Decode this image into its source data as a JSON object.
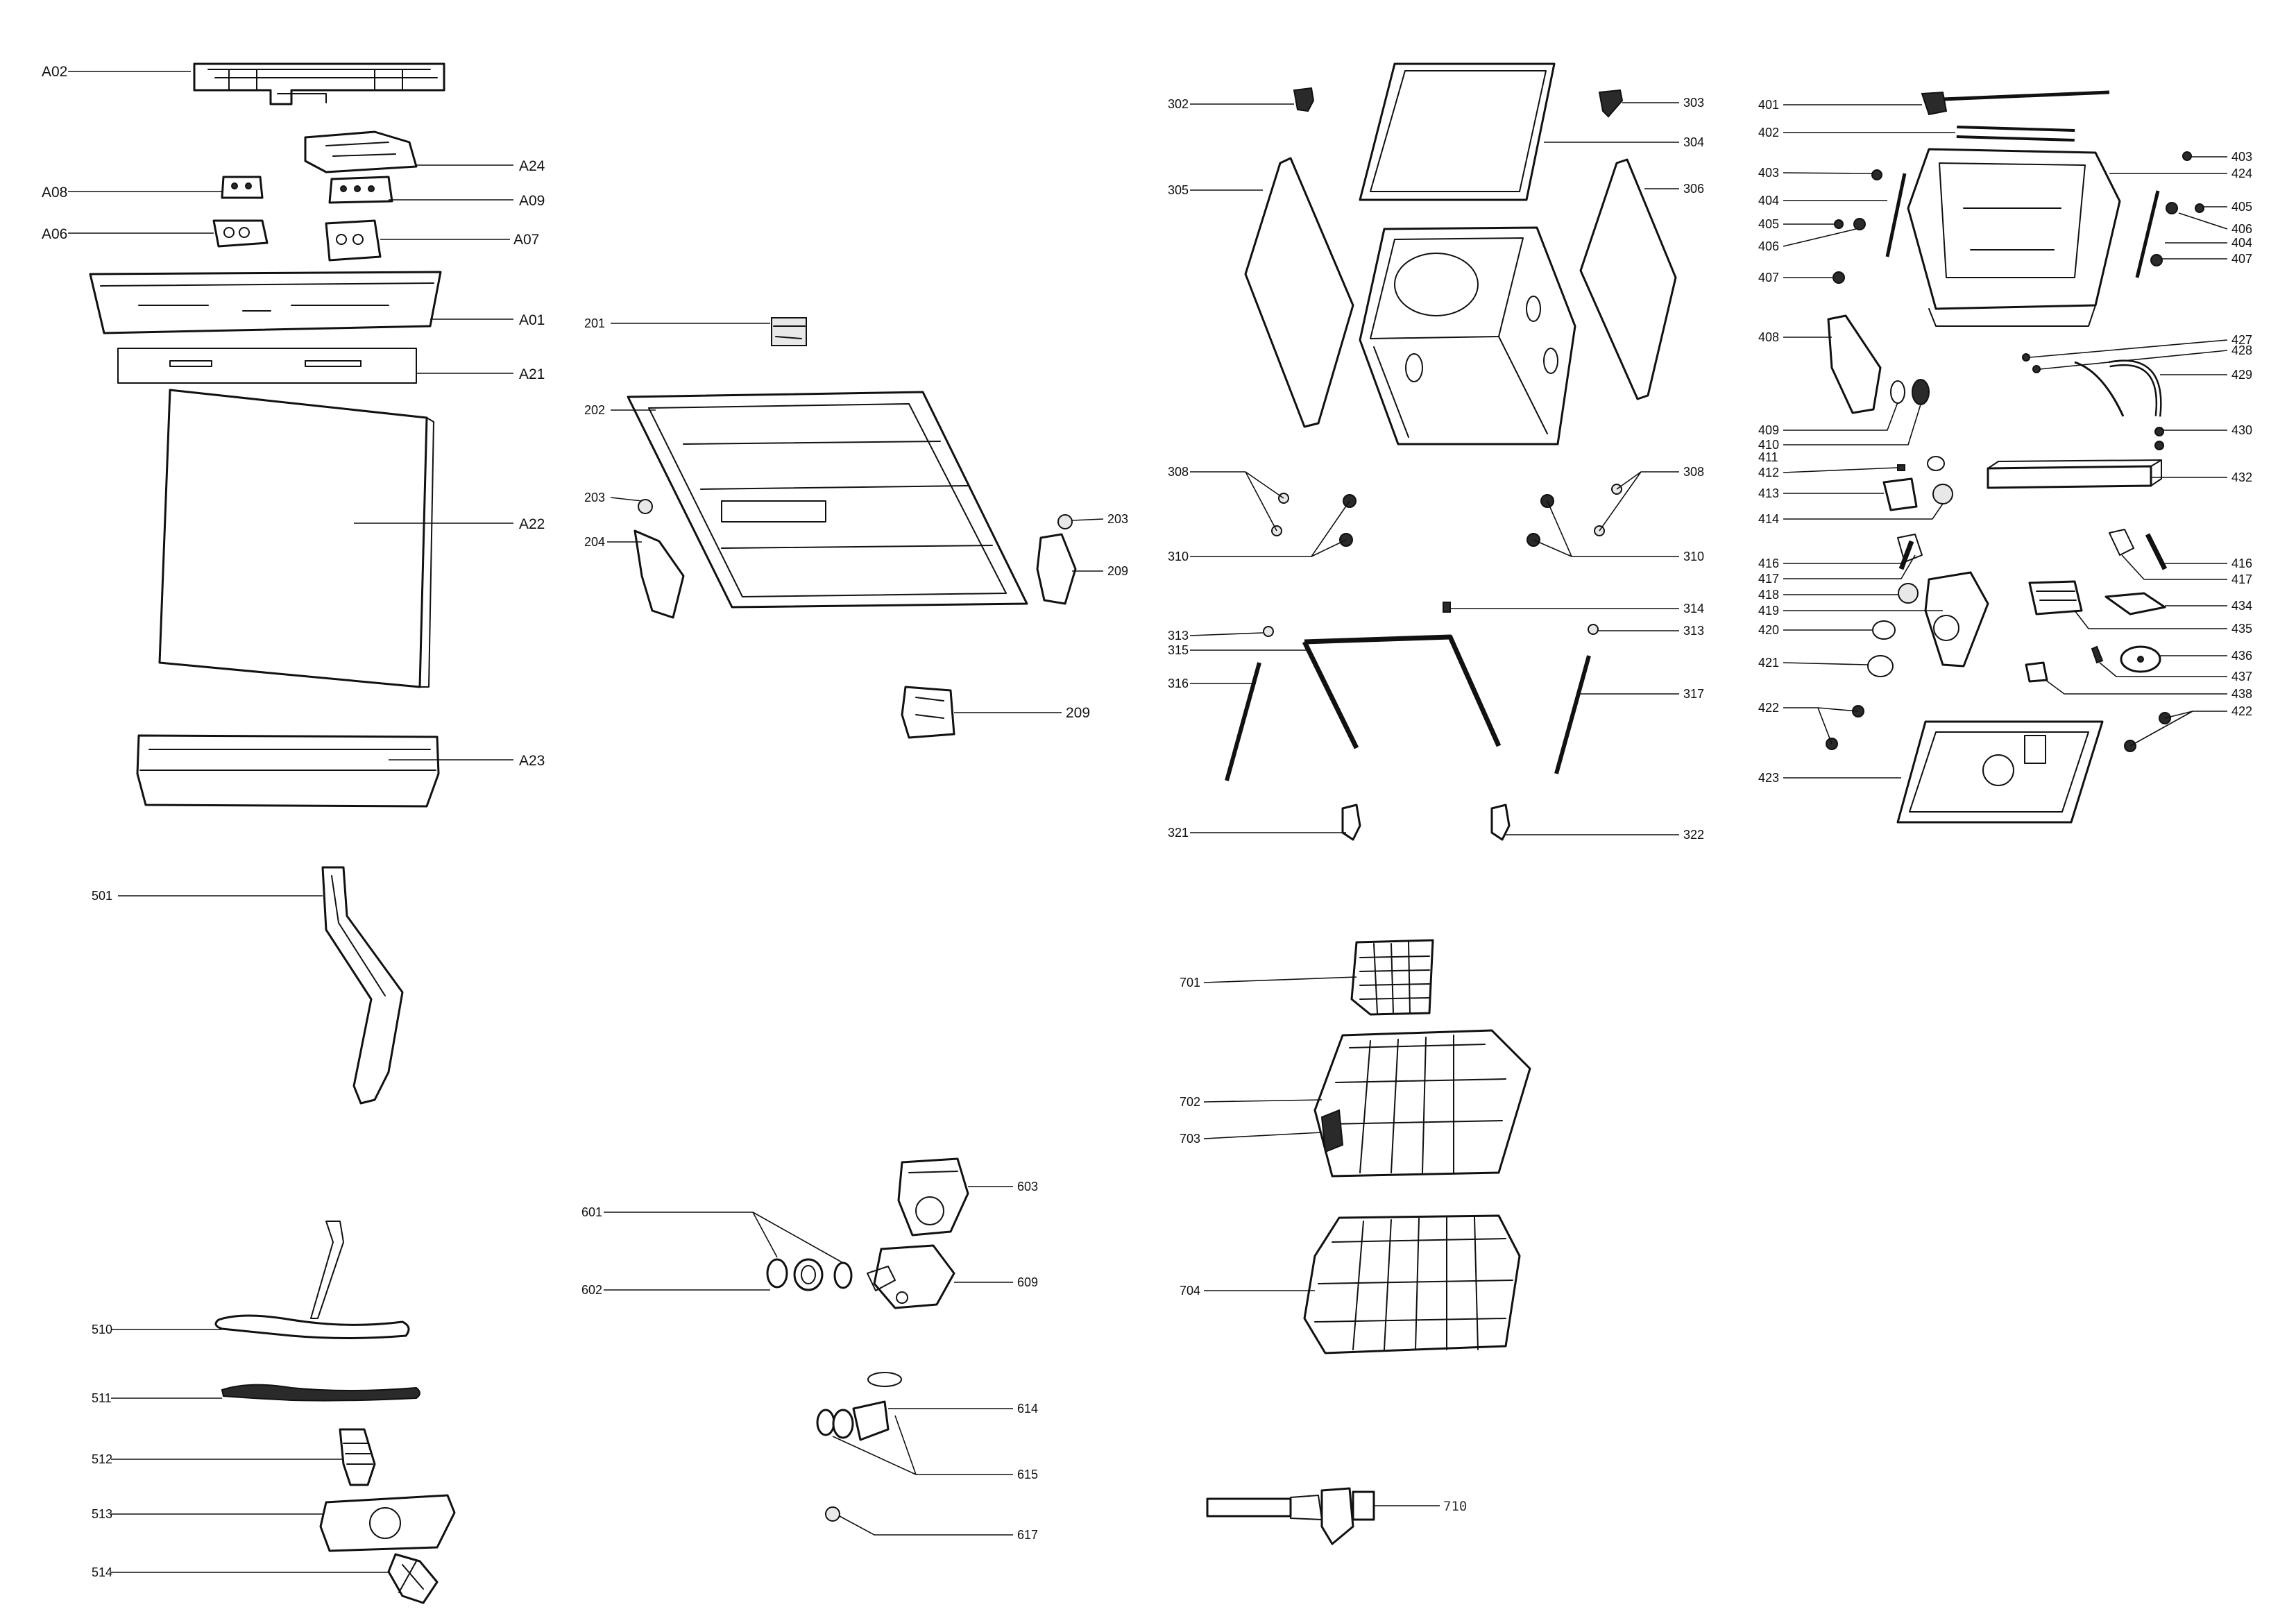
{
  "diagram": {
    "labels": {
      "A02": "A02",
      "A24": "A24",
      "A08": "A08",
      "A09": "A09",
      "A06": "A06",
      "A07": "A07",
      "A01": "A01",
      "A21": "A21",
      "A22": "A22",
      "A23": "A23",
      "201": "201",
      "202": "202",
      "203a": "203",
      "203b": "203",
      "204": "204",
      "209a": "209",
      "209b": "209",
      "302": "302",
      "303": "303",
      "304": "304",
      "305": "305",
      "306": "306",
      "308a": "308",
      "308b": "308",
      "310a": "310",
      "310b": "310",
      "313a": "313",
      "313b": "313",
      "314": "314",
      "315": "315",
      "316": "316",
      "317": "317",
      "321": "321",
      "322": "322",
      "401": "401",
      "402": "402",
      "403a": "403",
      "403b": "403",
      "404a": "404",
      "404b": "404",
      "405a": "405",
      "405b": "405",
      "406a": "406",
      "406b": "406",
      "407a": "407",
      "407b": "407",
      "408": "408",
      "409": "409",
      "410": "410",
      "411": "411",
      "412": "412",
      "413": "413",
      "414": "414",
      "416a": "416",
      "416b": "416",
      "417a": "417",
      "417b": "417",
      "418": "418",
      "419": "419",
      "420": "420",
      "421": "421",
      "422a": "422",
      "422b": "422",
      "423": "423",
      "424": "424",
      "427": "427",
      "428": "428",
      "429": "429",
      "430": "430",
      "432": "432",
      "434": "434",
      "435": "435",
      "436": "436",
      "437": "437",
      "438": "438",
      "501": "501",
      "510": "510",
      "511": "511",
      "512": "512",
      "513": "513",
      "514": "514",
      "601": "601",
      "602": "602",
      "603": "603",
      "609": "609",
      "614": "614",
      "615": "615",
      "617": "617",
      "701": "701",
      "702": "702",
      "703": "703",
      "704": "704",
      "710": "710"
    }
  }
}
